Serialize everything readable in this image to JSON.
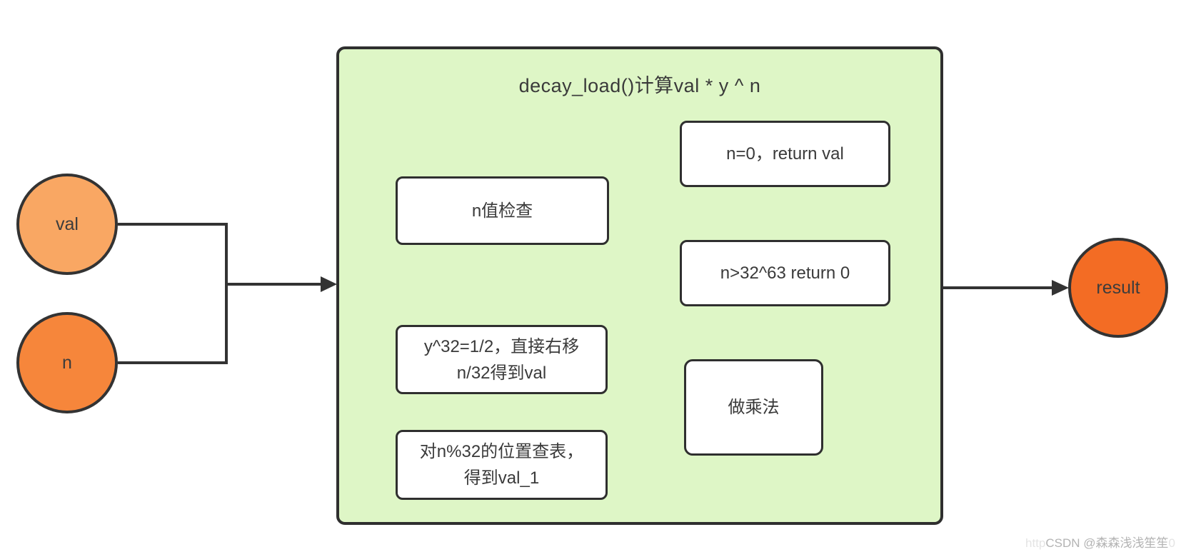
{
  "diagram": {
    "title": "decay_load()计算val * y ^ n",
    "inputs": {
      "val": {
        "label": "val",
        "fill": "#f9a763"
      },
      "n": {
        "label": "n",
        "fill": "#f6863b"
      }
    },
    "output": {
      "label": "result",
      "fill": "#f36c24"
    },
    "steps": {
      "check": {
        "label": "n值检查"
      },
      "case_zero": {
        "label": "n=0，return val"
      },
      "case_large": {
        "label": "n>32^63 return 0"
      },
      "shift": {
        "label": "y^32=1/2，直接右移\nn/32得到val"
      },
      "lookup": {
        "label": "对n%32的位置查表，\n得到val_1"
      },
      "multiply": {
        "label": "做乘法"
      }
    },
    "colors": {
      "group_fill": "#def6c6",
      "node_border": "#2f2f2f",
      "wire": "#333333",
      "text": "#3a3a3a"
    }
  },
  "watermark": {
    "prefix": "http",
    "text": "CSDN @森森浅浅笙笙",
    "suffix": "0"
  }
}
